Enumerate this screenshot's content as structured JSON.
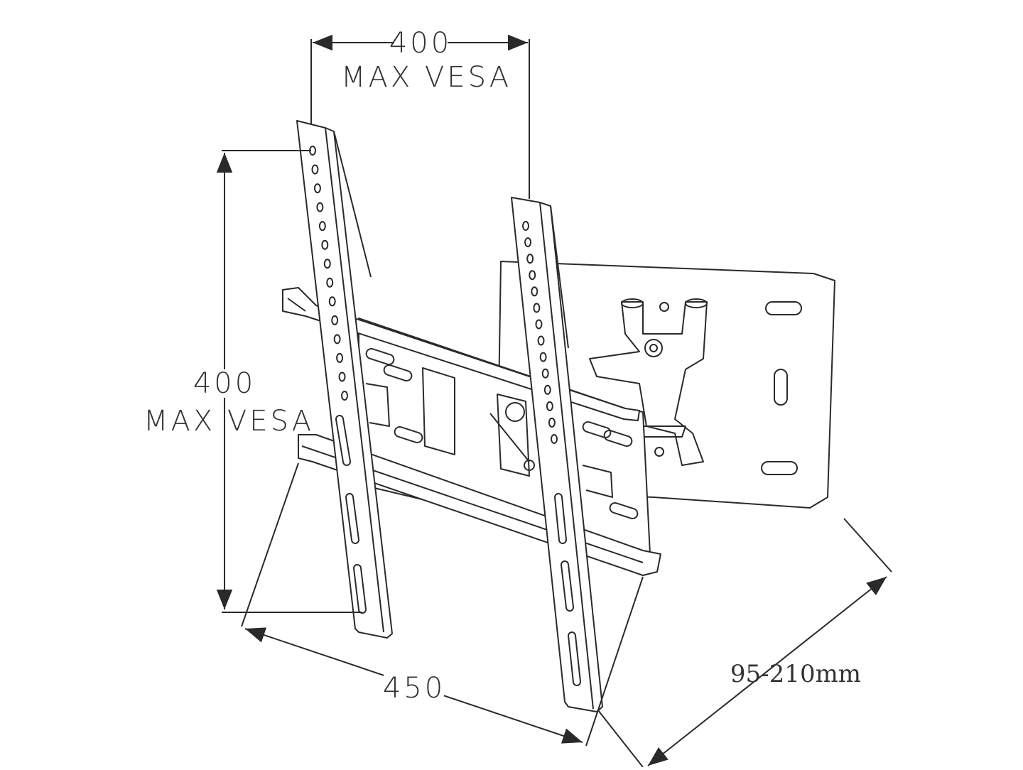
{
  "diagram": {
    "top_width_value": "400",
    "top_width_caption": "MAX VESA",
    "left_height_value": "400",
    "left_height_caption": "MAX VESA",
    "bottom_width_value": "450",
    "depth_value": "95-210mm"
  },
  "colors": {
    "line": "#2a2a2a",
    "background": "#ffffff"
  }
}
